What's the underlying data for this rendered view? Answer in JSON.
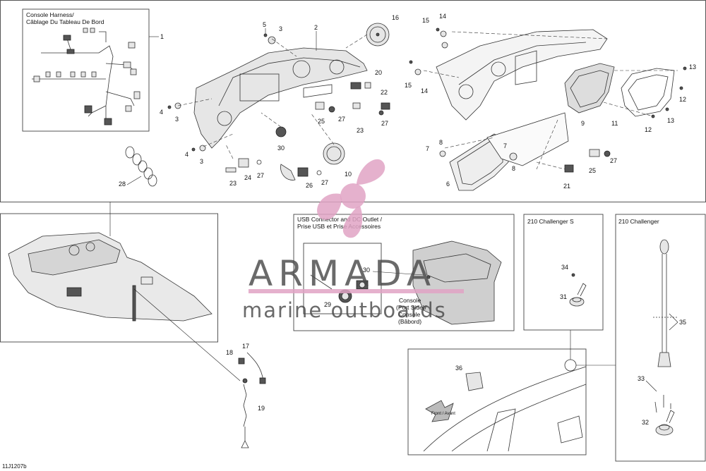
{
  "diagram_id": "11J1207b",
  "watermark": {
    "brand": "ARMADA",
    "tagline": "marine outboards",
    "colors": {
      "logo": "#e0a3c4",
      "text": "#4a4a4a"
    }
  },
  "boxes": {
    "harness_title_en": "Console Harness/",
    "harness_title_fr": "Câblage Du Tableau De Bord",
    "usb_title_en": "USB Connector and DC Outlet /",
    "usb_title_fr": "Prise USB et Prise Accessoires",
    "console_port_en": "Console",
    "console_port_en2": "(Port Side)/",
    "console_port_fr": "Console",
    "console_port_fr2": "(Bâbord)",
    "challenger_s": "210 Challenger S",
    "challenger": "210 Challenger",
    "front_arrow": "Front / Avant"
  },
  "callouts": {
    "c1": "1",
    "c2": "2",
    "c3": "3",
    "c4": "4",
    "c5": "5",
    "c6": "6",
    "c7": "7",
    "c8": "8",
    "c9": "9",
    "c10": "10",
    "c11": "11",
    "c12": "12",
    "c13": "13",
    "c14": "14",
    "c15": "15",
    "c16": "16",
    "c17": "17",
    "c18": "18",
    "c19": "19",
    "c20": "20",
    "c21": "21",
    "c22": "22",
    "c23": "23",
    "c24": "24",
    "c25": "25",
    "c26": "26",
    "c27": "27",
    "c28": "28",
    "c29": "29",
    "c30": "30",
    "c31": "31",
    "c32": "32",
    "c33": "33",
    "c34": "34",
    "c35": "35",
    "c36": "36"
  }
}
